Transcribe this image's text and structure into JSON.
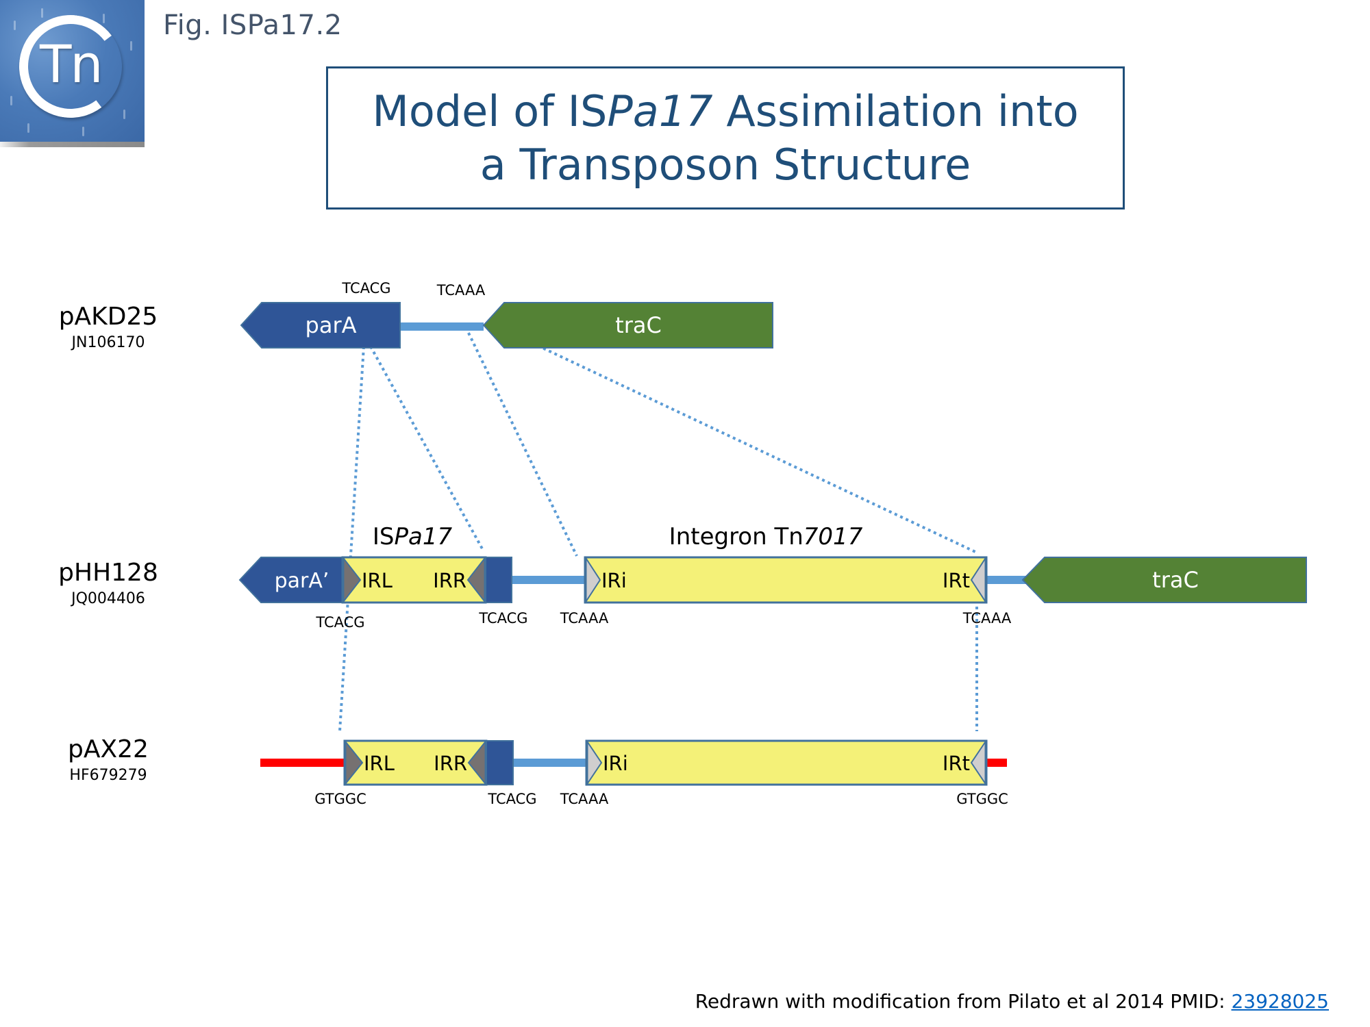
{
  "header": {
    "logo_text": "Tn",
    "figure_label": "Fig. ISPa17.2",
    "title_line1_pre": "Model of IS",
    "title_line1_italic": "Pa17",
    "title_line1_post": " Assimilation into",
    "title_line2": "a Transposon Structure"
  },
  "colors": {
    "title": "#1f4e79",
    "gene_blue": "#2f5597",
    "gene_green": "#548235",
    "element_yellow": "#f4f178",
    "backbone": "#5b9bd5",
    "ir_dark": "#767171",
    "ir_light": "#d0cece",
    "foreign_dna": "#ff0000",
    "link": "#0563c1"
  },
  "rows": [
    {
      "plasmid": "pAKD25",
      "accession": "JN106170",
      "genes": [
        {
          "label": "parA",
          "color": "gene_blue",
          "direction": "left"
        },
        {
          "label": "traC",
          "color": "gene_green",
          "direction": "left"
        }
      ],
      "sites": [
        "TCACG",
        "TCAAA"
      ]
    },
    {
      "plasmid": "pHH128",
      "accession": "JQ004406",
      "genes": [
        {
          "label": "parA’",
          "color": "gene_blue",
          "direction": "left"
        },
        {
          "label": "traC",
          "color": "gene_green",
          "direction": "left"
        }
      ],
      "elements": [
        {
          "name_pre": "IS",
          "name_italic": "Pa17",
          "left_ir": "IRL",
          "right_ir": "IRR"
        },
        {
          "name_pre": "Integron Tn",
          "name_italic": "7017",
          "left_ir": "IRi",
          "right_ir": "IRt"
        }
      ],
      "sites": [
        "TCACG",
        "TCACG",
        "TCAAA",
        "TCAAA"
      ]
    },
    {
      "plasmid": "pAX22",
      "accession": "HF679279",
      "elements": [
        {
          "left_ir": "IRL",
          "right_ir": "IRR"
        },
        {
          "left_ir": "IRi",
          "right_ir": "IRt"
        }
      ],
      "sites": [
        "GTGGC",
        "TCACG",
        "TCAAA",
        "GTGGC"
      ]
    }
  ],
  "footnote": {
    "text": "Redrawn with modification from Pilato et al 2014 PMID: ",
    "link_text": "23928025"
  }
}
